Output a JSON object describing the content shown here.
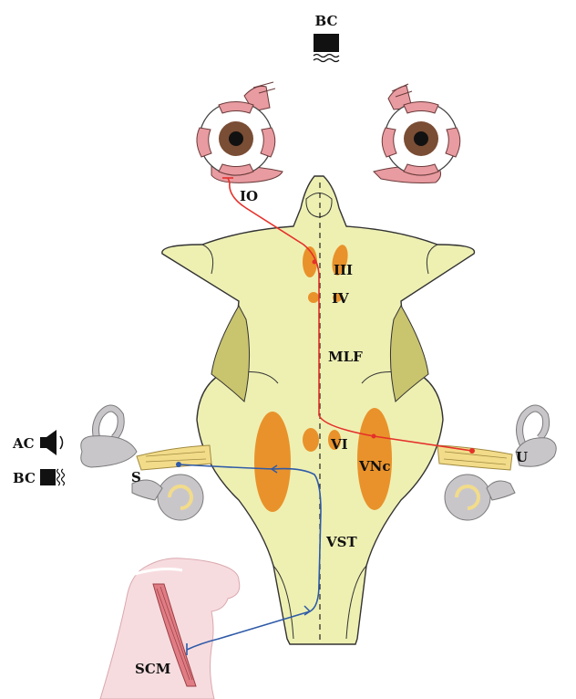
{
  "labels": {
    "bc_top": "BC",
    "io": "IO",
    "iii": "III",
    "iv": "IV",
    "mlf": "MLF",
    "vi": "VI",
    "vnc": "VNc",
    "vst": "VST",
    "ac": "AC",
    "bc_left": "BC",
    "s": "S",
    "u": "U",
    "scm": "SCM"
  },
  "colors": {
    "brainstem_fill": "#eef0b2",
    "brainstem_stroke": "#333333",
    "nucleus": "#e9922b",
    "cerebellar_peduncle": "#c9c46e",
    "red_pathway": "#e5302a",
    "blue_pathway": "#2f5ba8",
    "muscle": "#e89ba0",
    "ear_gray": "#c9c6ca",
    "nerve_yellow": "#f2dc8a",
    "skin": "#f7dcdf"
  },
  "icons": [
    "bone-conduction-vibrator-icon",
    "speaker-icon",
    "eyeball-icon",
    "inner-ear-icon",
    "neck-icon"
  ]
}
